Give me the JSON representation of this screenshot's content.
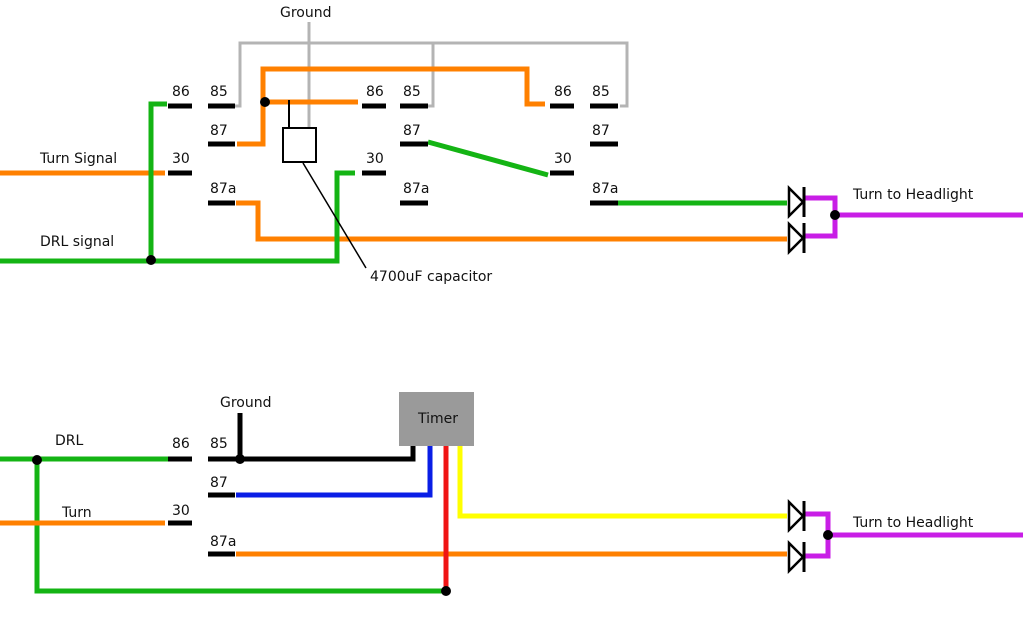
{
  "colors": {
    "orange": "#ff8000",
    "green": "#14b414",
    "gray": "#b4b4b4",
    "magenta": "#c81ee6",
    "black": "#000000",
    "blue": "#0a1ee6",
    "red": "#f01414",
    "yellow": "#ffff00",
    "timer_fill": "#9a9a9a"
  },
  "top_circuit": {
    "ground_label": "Ground",
    "turn_signal_label": "Turn Signal",
    "drl_signal_label": "DRL signal",
    "capacitor_label": "4700uF capacitor",
    "output_label": "Turn to Headlight",
    "relay1": {
      "pin86": "86",
      "pin85": "85",
      "pin87": "87",
      "pin30": "30",
      "pin87a": "87a"
    },
    "relay2": {
      "pin86": "86",
      "pin85": "85",
      "pin87": "87",
      "pin30": "30",
      "pin87a": "87a"
    },
    "relay3": {
      "pin86": "86",
      "pin85": "85",
      "pin87": "87",
      "pin30": "30",
      "pin87a": "87a"
    }
  },
  "bottom_circuit": {
    "ground_label": "Ground",
    "drl_label": "DRL",
    "turn_label": "Turn",
    "timer_label": "Timer",
    "output_label": "Turn to Headlight",
    "relay": {
      "pin86": "86",
      "pin85": "85",
      "pin87": "87",
      "pin30": "30",
      "pin87a": "87a"
    }
  }
}
